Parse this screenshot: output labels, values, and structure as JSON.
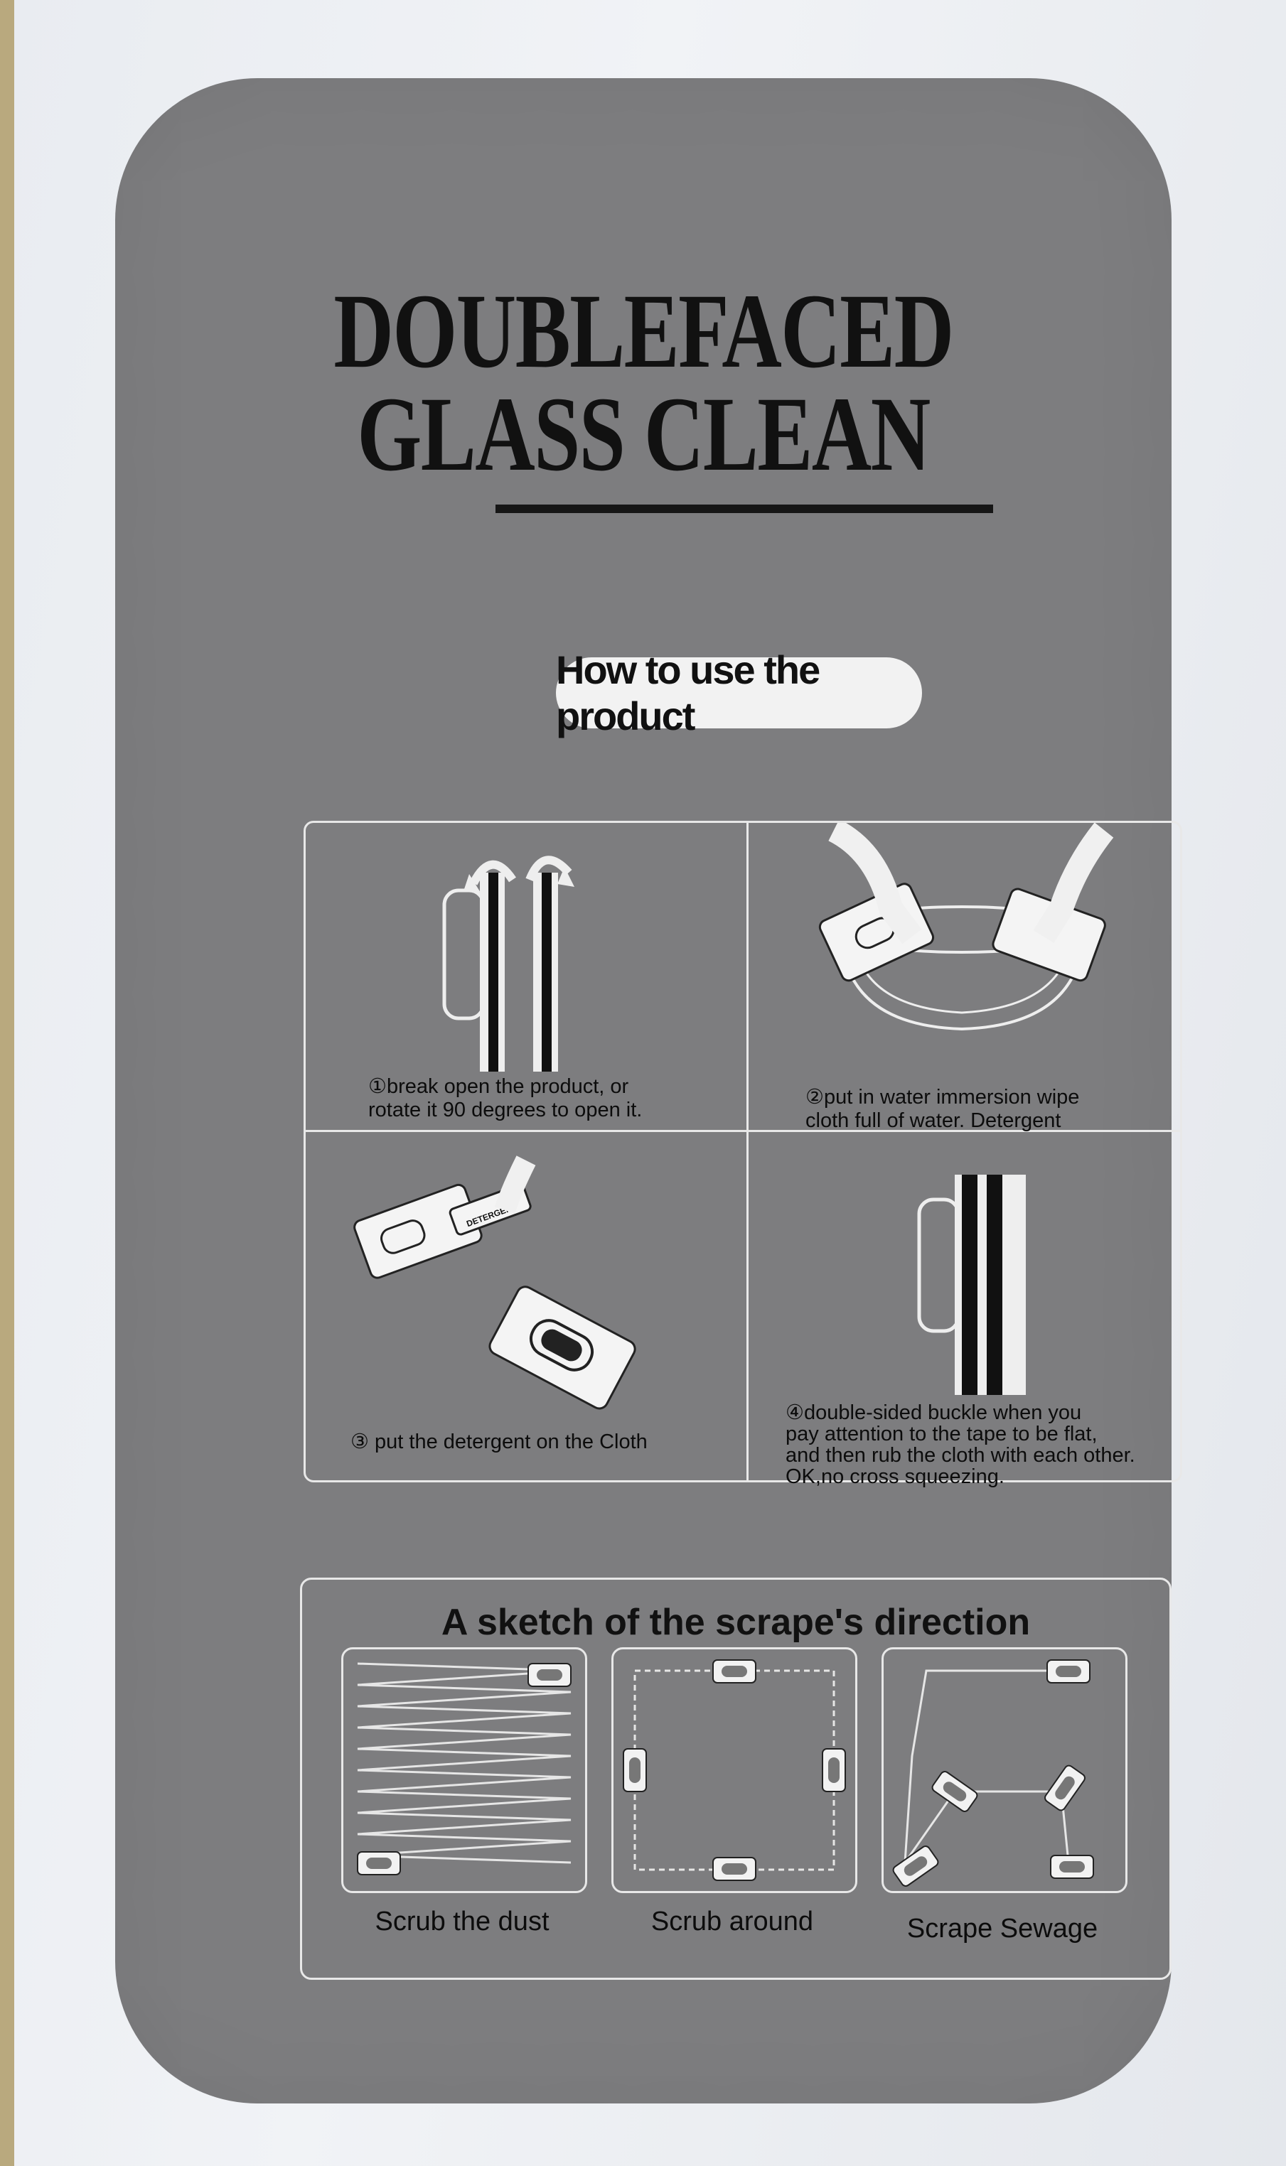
{
  "title": {
    "line1": "DOUBLEFACED",
    "line2": "GLASS CLEAN"
  },
  "how_to": "How to use the product",
  "steps": [
    {
      "line1": "①break open the product, or",
      "line2": "rotate it 90 degrees to open it."
    },
    {
      "line1": "②put in water immersion wipe",
      "line2": "cloth full of water. Detergent"
    },
    {
      "line1": "③ put the detergent on the Cloth"
    },
    {
      "line1": "④double-sided buckle when you",
      "line2": "pay attention to the tape to be flat,",
      "line3": "and then rub the cloth with each other.",
      "line4": "OK,no cross squeezing."
    }
  ],
  "detergent_label": "DETERGENT",
  "sketch": {
    "title": "A sketch of the scrape's direction",
    "labels": [
      "Scrub the dust",
      "Scrub around",
      "Scrape Sewage"
    ]
  },
  "colors": {
    "box": "#eceef2",
    "panel": "#7d7d7f",
    "ink": "#111111",
    "line": "#e8e8e8"
  }
}
